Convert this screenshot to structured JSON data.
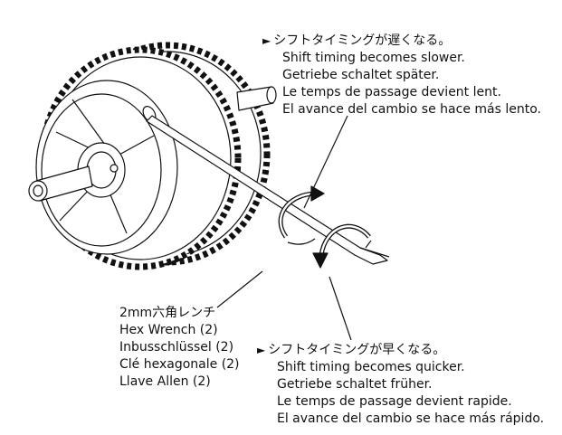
{
  "slower": {
    "marker": "►",
    "lines": [
      "シフトタイミングが遅くなる。",
      "Shift timing becomes slower.",
      "Getriebe schaltet später.",
      "Le temps de passage devient lent.",
      "El avance del cambio se hace más lento."
    ]
  },
  "quicker": {
    "marker": "►",
    "lines": [
      "シフトタイミングが早くなる。",
      "Shift timing becomes quicker.",
      "Getriebe schaltet früher.",
      "Le temps de passage devient rapide.",
      "El avance del cambio se hace más rápido."
    ]
  },
  "wrench": {
    "lines": [
      "2mm六角レンチ",
      "Hex Wrench (2)",
      "Inbusschlüssel (2)",
      "Clé hexagonale (2)",
      "Llave Allen (2)"
    ]
  },
  "colors": {
    "ink": "#111111",
    "background": "#ffffff"
  }
}
